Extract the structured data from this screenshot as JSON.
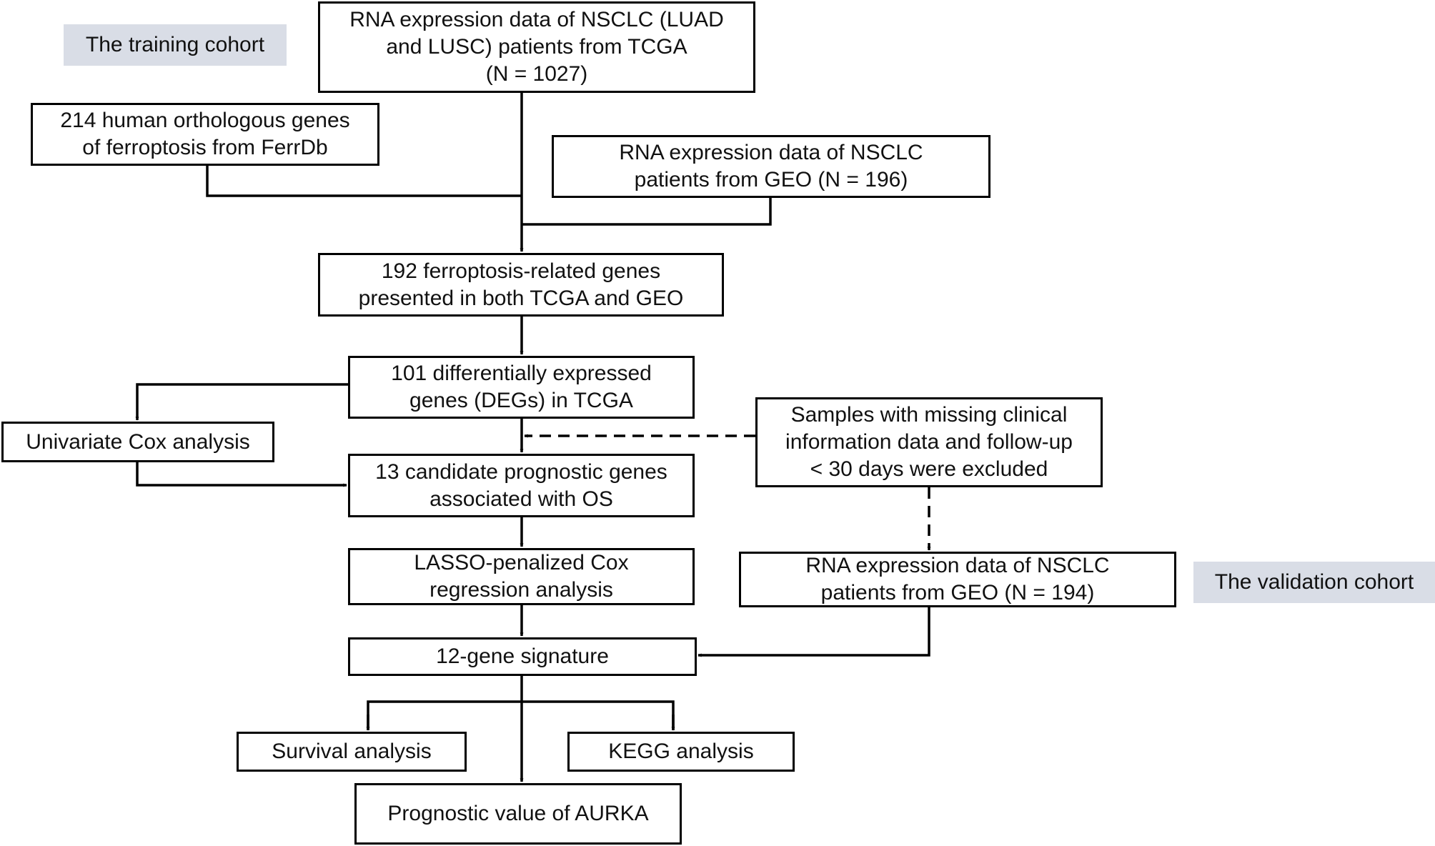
{
  "labels": {
    "training_cohort": "The training cohort",
    "validation_cohort": "The validation cohort"
  },
  "nodes": {
    "tcga": "RNA expression data of NSCLC (LUAD\nand LUSC) patients from TCGA\n(N = 1027)",
    "ferrdb": "214 human orthologous genes\nof ferroptosis from FerrDb",
    "geo_train": "RNA expression data of NSCLC\npatients from GEO (N = 196)",
    "ferroptosis_192": "192 ferroptosis-related genes\npresented in both TCGA and GEO",
    "degs": "101 differentially expressed\ngenes (DEGs) in TCGA",
    "univariate_cox": "Univariate Cox analysis",
    "excluded": "Samples with missing clinical\ninformation data and follow-up\n< 30 days were excluded",
    "candidates_13": "13 candidate prognostic genes\nassociated with OS",
    "lasso": "LASSO-penalized Cox\nregression analysis",
    "geo_valid": "RNA expression data of NSCLC\npatients from GEO (N = 194)",
    "signature": "12-gene signature",
    "survival": "Survival analysis",
    "kegg": "KEGG analysis",
    "aurka": "Prognostic value of AURKA"
  }
}
